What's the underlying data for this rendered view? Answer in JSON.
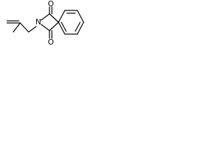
{
  "molecule": {
    "atoms": {
      "n": "N",
      "o_top": "O",
      "o_bottom": "O"
    }
  }
}
